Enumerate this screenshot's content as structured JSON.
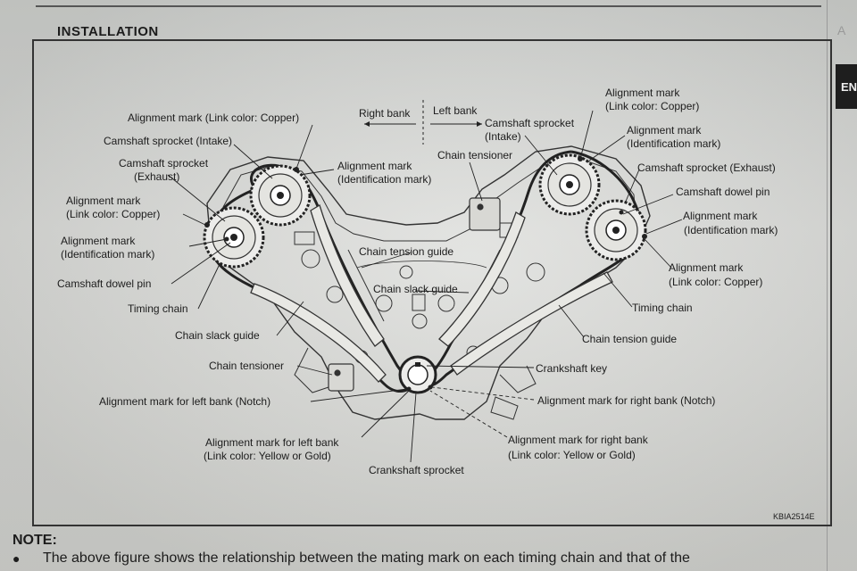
{
  "section_title": "INSTALLATION",
  "side_letter": "A",
  "side_tab_label": "EN",
  "figure_code": "KBIA2514E",
  "bank_indicator": {
    "right": "Right bank",
    "left": "Left bank"
  },
  "labels": {
    "align_link_copper_left_top": "Alignment mark (Link color: Copper)",
    "cam_sprocket_intake_left": "Camshaft sprocket (Intake)",
    "cam_sprocket_exhaust_left_1": "Camshaft sprocket",
    "cam_sprocket_exhaust_left_2": "(Exhaust)",
    "align_id_left_top_1": "Alignment mark",
    "align_id_left_top_2": "(Identification mark)",
    "align_link_copper_left_1": "Alignment mark",
    "align_link_copper_left_2": "(Link color: Copper)",
    "align_id_left_1": "Alignment mark",
    "align_id_left_2": "(Identification mark)",
    "cam_dowel_left": "Camshaft dowel pin",
    "timing_chain_left": "Timing chain",
    "chain_slack_guide_left": "Chain slack guide",
    "chain_tensioner_left": "Chain tensioner",
    "align_left_notch": "Alignment mark for left bank (Notch)",
    "align_left_bank_1": "Alignment mark for left bank",
    "align_left_bank_2": "(Link color: Yellow or Gold)",
    "crank_sprocket": "Crankshaft sprocket",
    "chain_tensioner_center": "Chain tensioner",
    "chain_tension_guide_center": "Chain tension guide",
    "chain_slack_guide_center": "Chain slack guide",
    "align_link_copper_right_top_1": "Alignment mark",
    "align_link_copper_right_top_2": "(Link color: Copper)",
    "cam_sprocket_intake_right_1": "Camshaft sprocket",
    "cam_sprocket_intake_right_2": "(Intake)",
    "align_id_right_top_1": "Alignment mark",
    "align_id_right_top_2": "(Identification mark)",
    "cam_sprocket_exhaust_right": "Camshaft sprocket (Exhaust)",
    "cam_dowel_right": "Camshaft dowel pin",
    "align_id_right_1": "Alignment mark",
    "align_id_right_2": "(Identification mark)",
    "align_link_copper_right_1": "Alignment mark",
    "align_link_copper_right_2": "(Link color: Copper)",
    "timing_chain_right": "Timing chain",
    "chain_tension_guide_right": "Chain tension guide",
    "crank_key": "Crankshaft key",
    "align_right_notch": "Alignment mark for right bank (Notch)",
    "align_right_bank_1": "Alignment mark for right bank",
    "align_right_bank_2": "(Link color: Yellow or Gold)"
  },
  "note": {
    "heading": "NOTE:",
    "bullet": "●",
    "text": "The above figure shows the relationship between the mating mark on each timing chain and that of the"
  }
}
